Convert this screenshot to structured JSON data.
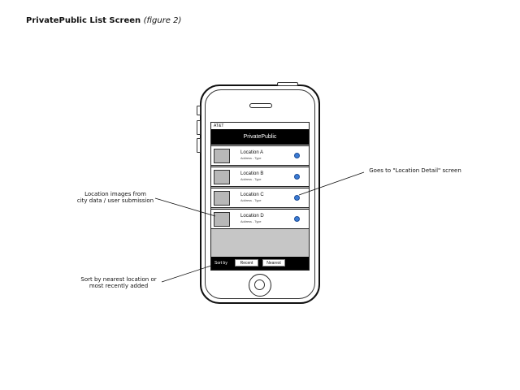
{
  "page": {
    "title": "PrivatePublic List Screen",
    "figure": "(figure 2)"
  },
  "status_bar": {
    "carrier": "AT&T"
  },
  "nav_bar": {
    "title": "PrivatePublic"
  },
  "list": [
    {
      "name": "Location A",
      "subtitle": "Address - Type"
    },
    {
      "name": "Location B",
      "subtitle": "Address - Type"
    },
    {
      "name": "Location C",
      "subtitle": "Address - Type"
    },
    {
      "name": "Location D",
      "subtitle": "Address - Type"
    }
  ],
  "toolbar": {
    "sort_label": "Sort by",
    "recent_label": "Recent",
    "nearest_label": "Nearest"
  },
  "annotations": {
    "images_line1": "Location images from",
    "images_line2": "city data / user submission",
    "sort_line1": "Sort by nearest location or",
    "sort_line2": "most recently added",
    "detail": "Goes to \"Location Detail\" screen"
  },
  "colors": {
    "disclosure": "#3a7bd5",
    "nav_bg": "#000000",
    "screen_bg": "#c6c6c6"
  }
}
